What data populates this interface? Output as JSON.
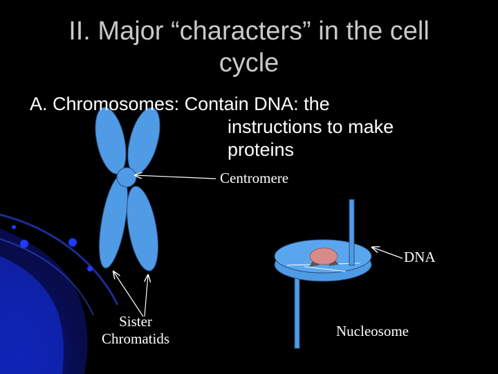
{
  "slide": {
    "title_line1": "II. Major “characters” in the cell",
    "title_line2": "cycle",
    "bullet_line1": "A. Chromosomes: Contain DNA: the",
    "bullet_line2": "instructions to make",
    "bullet_line3": "proteins"
  },
  "labels": {
    "centromere": "Centromere",
    "dna": "DNA",
    "sister_line1": "Sister",
    "sister_line2": "Chromatids",
    "nucleosome": "Nucleosome"
  },
  "colors": {
    "background": "#000000",
    "chromatid": "#4f9be6",
    "disc_fill": "#4f9be6",
    "histone": "#d98a8a",
    "accent_blue": "#1028c8"
  }
}
